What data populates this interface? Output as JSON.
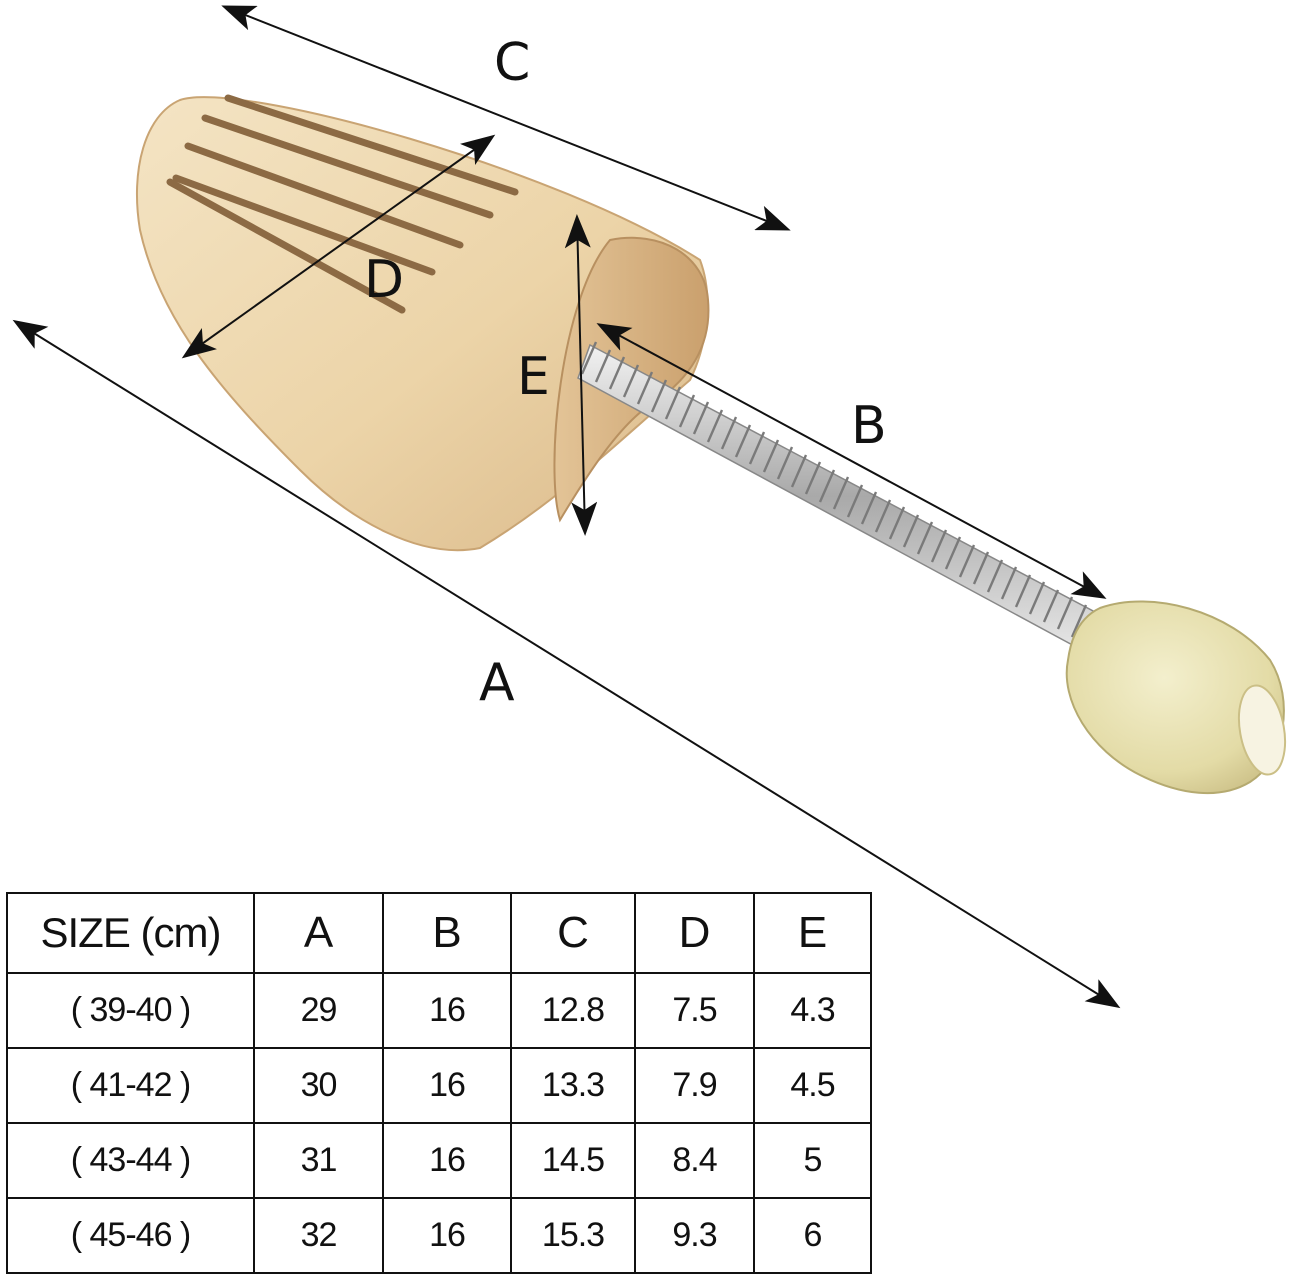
{
  "diagram": {
    "labels": {
      "A": "A",
      "B": "B",
      "C": "C",
      "D": "D",
      "E": "E"
    },
    "colors": {
      "wood_light": "#f2dfbd",
      "wood_mid": "#e6c99a",
      "wood_dark": "#c9a473",
      "knob": "#e9e3b8",
      "spring": "#c8c8c8",
      "arrow": "#111111"
    }
  },
  "table": {
    "headers": [
      "SIZE (cm)",
      "A",
      "B",
      "C",
      "D",
      "E"
    ],
    "rows": [
      [
        "( 39-40 )",
        "29",
        "16",
        "12.8",
        "7.5",
        "4.3"
      ],
      [
        "( 41-42 )",
        "30",
        "16",
        "13.3",
        "7.9",
        "4.5"
      ],
      [
        "( 43-44 )",
        "31",
        "16",
        "14.5",
        "8.4",
        "5"
      ],
      [
        "( 45-46 )",
        "32",
        "16",
        "15.3",
        "9.3",
        "6"
      ]
    ]
  }
}
